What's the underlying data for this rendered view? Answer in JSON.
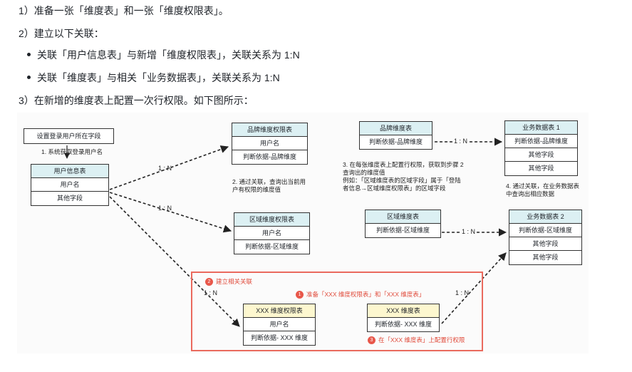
{
  "doc": {
    "line1": "1）准备一张「维度表」和一张「维度权限表」。",
    "line2": "2）建立以下关联：",
    "bullet1": "关联「用户信息表」与新增「维度权限表」，关联关系为 1:N",
    "bullet2": "关联「维度表」与相关「业务数据表」，关联关系为 1:N",
    "line3": "3）在新增的维度表上配置一次行权限。如下图所示："
  },
  "diagram": {
    "setting_box": "设置登录用户所在字段",
    "note1": "1. 系统获取登录用户名",
    "user_table": {
      "title": "用户信息表",
      "rows": [
        "用户名",
        "其他字段"
      ]
    },
    "brand_perm": {
      "title": "品牌维度权限表",
      "rows": [
        "用户名",
        "判断依据-品牌维度"
      ]
    },
    "region_perm": {
      "title": "区域维度权限表",
      "rows": [
        "用户名",
        "判断依据-区域维度"
      ]
    },
    "note2": [
      "2. 通过关联，查询出当前用",
      "户有权限的维度值"
    ],
    "brand_dim": {
      "title": "品牌维度表",
      "rows": [
        "判断依据-品牌维度"
      ]
    },
    "region_dim": {
      "title": "区域维度表",
      "rows": [
        "判断依据-区域维度"
      ]
    },
    "biz1": {
      "title": "业务数据表 1",
      "rows": [
        "判断依据-品牌维度",
        "其他字段",
        "其他字段"
      ]
    },
    "biz2": {
      "title": "业务数据表 2",
      "rows": [
        "判断依据-区域维度",
        "其他字段",
        "其他字段"
      ]
    },
    "note3": [
      "3. 在每张维度表上配置行权限，获取到步骤 2",
      "查询出的维度值",
      "例如：「区域维度表的区域字段」属于「登陆",
      "者信息→区域维度权限表」的区域字段"
    ],
    "note4": [
      "4. 通过关联，在业务数据表",
      "中查询出相应数据"
    ],
    "rel": "1 : N",
    "xxx_perm": {
      "title": "XXX 维度权限表",
      "rows": [
        "用户名",
        "判断依据- XXX 维度"
      ]
    },
    "xxx_dim": {
      "title": "XXX 维度表",
      "rows": [
        "判断依据- XXX 维度"
      ]
    },
    "step1": {
      "num": "1",
      "text": "准备「XXX 维度权限表」和「XXX 维度表」"
    },
    "step2": {
      "num": "2",
      "text": "建立相关关联"
    },
    "step3": {
      "num": "3",
      "text": "在「XXX 维度表」上配置行权限"
    }
  }
}
